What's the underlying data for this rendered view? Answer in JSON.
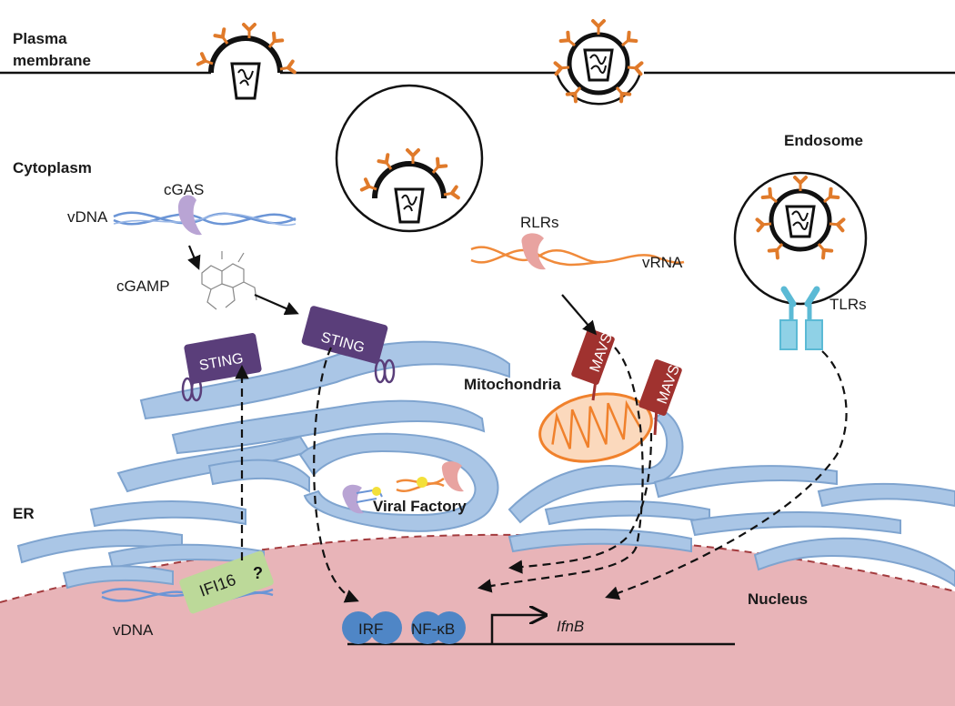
{
  "labels": {
    "plasma_membrane_line1": "Plasma",
    "plasma_membrane_line2": "membrane",
    "cytoplasm": "Cytoplasm",
    "endosome": "Endosome",
    "cgas": "cGAS",
    "vdna_top": "vDNA",
    "cgamp": "cGAMP",
    "sting_left": "STING",
    "sting_right": "STING",
    "rlrs": "RLRs",
    "vrna": "vRNA",
    "tlrs": "TLRs",
    "mitochondria": "Mitochondria",
    "mavs_1": "MAVS",
    "mavs_2": "MAVS",
    "er": "ER",
    "viral_factory": "Viral Factory",
    "question": "?",
    "ifi16": "IFI16",
    "vdna_bottom": "vDNA",
    "nucleus": "Nucleus",
    "irf": "IRF",
    "nfkb": "NF-κB",
    "ifnb": "IfnB"
  },
  "colors": {
    "er_fill": "#aac6e6",
    "nucleus_fill": "#e8b4b8",
    "sting": "#5a3e7a",
    "mavs": "#a0322f",
    "mitochondria": "#f0812c",
    "virus_spikes": "#e07a2a",
    "tlr": "#5bbad5",
    "ifi16": "#bcd999",
    "transcription_factor": "#4f86c6",
    "vdna": "#6b95d6",
    "vrna": "#f08a3a"
  }
}
